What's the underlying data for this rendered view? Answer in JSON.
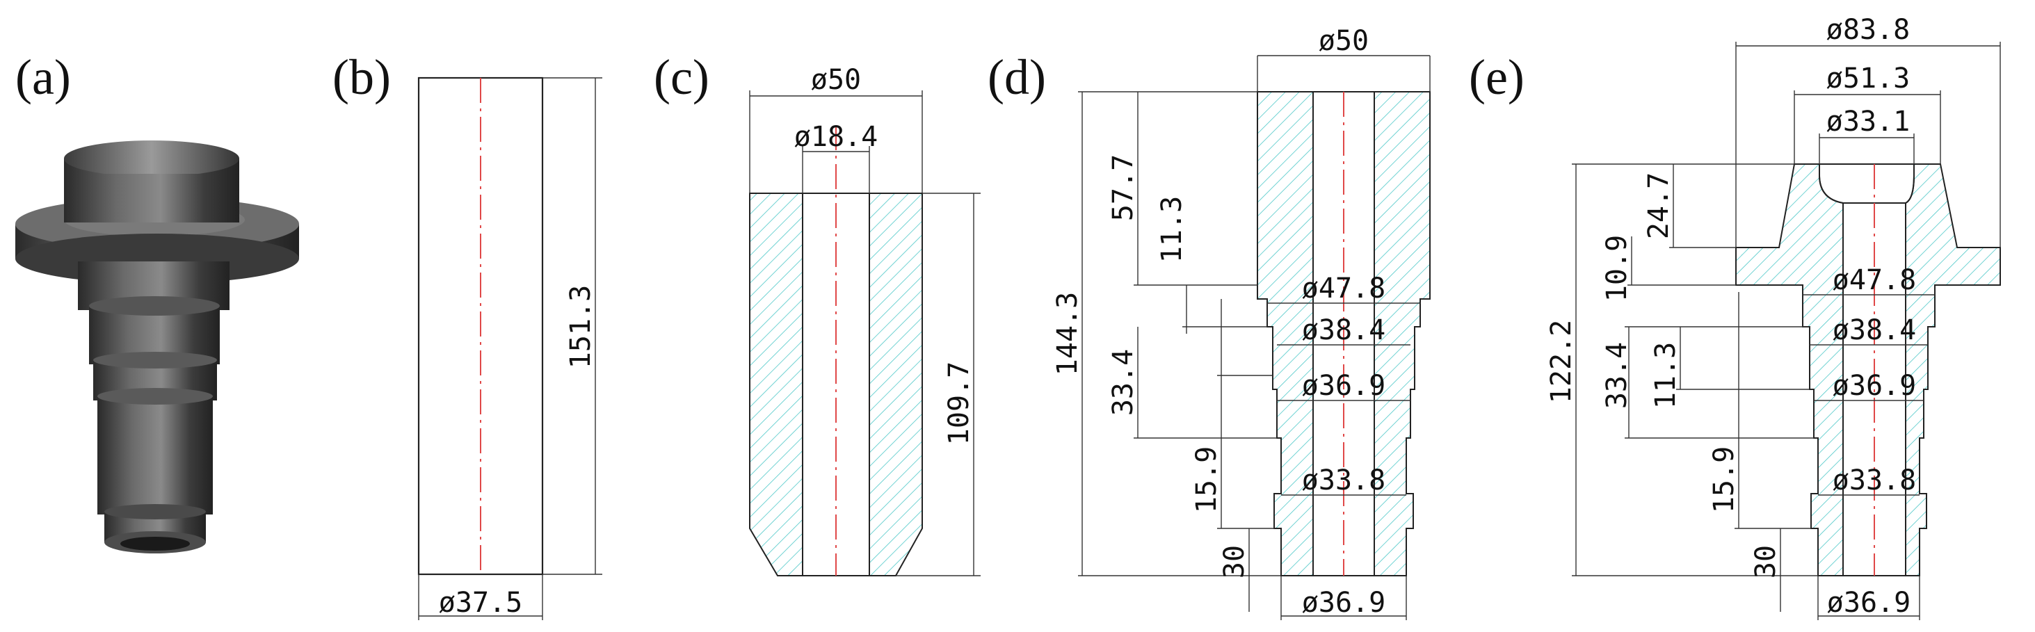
{
  "panels": {
    "a": {
      "label": "(a)"
    },
    "b": {
      "label": "(b)",
      "height": "151.3",
      "diameter": "ø37.5"
    },
    "c": {
      "label": "(c)",
      "outer_diameter": "ø50",
      "inner_diameter": "ø18.4",
      "height": "109.7"
    },
    "d": {
      "label": "(d)",
      "top_diameter": "ø50",
      "total_height": "144.3",
      "h_57_7": "57.7",
      "h_11_3": "11.3",
      "h_33_4": "33.4",
      "h_15_9": "15.9",
      "h_30": "30",
      "d_47_8": "ø47.8",
      "d_38_4": "ø38.4",
      "d_36_9": "ø36.9",
      "d_33_8": "ø33.8",
      "bottom_diameter": "ø36.9"
    },
    "e": {
      "label": "(e)",
      "flange_diameter": "ø83.8",
      "d_51_3": "ø51.3",
      "d_33_1": "ø33.1",
      "total_height": "122.2",
      "h_24_7": "24.7",
      "h_10_9": "10.9",
      "h_33_4": "33.4",
      "h_11_3": "11.3",
      "h_15_9": "15.9",
      "h_30": "30",
      "d_47_8": "ø47.8",
      "d_38_4": "ø38.4",
      "d_36_9": "ø36.9",
      "d_33_8": "ø33.8",
      "bottom_diameter": "ø36.9"
    }
  },
  "colors": {
    "hatch": "#4fc9c9",
    "centerline": "#e04848",
    "part_shade": "#4a4a4a"
  }
}
